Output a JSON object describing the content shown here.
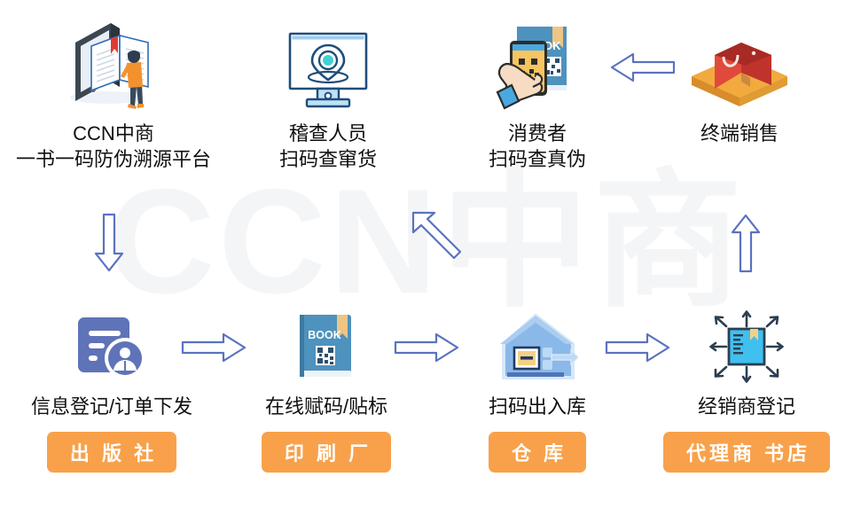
{
  "watermark": {
    "text": "CCN中商"
  },
  "colors": {
    "arrow_stroke": "#5a72c0",
    "arrow_fill": "#ffffff",
    "badge_bg": "#f8a14a",
    "badge_text": "#ffffff",
    "label_text": "#111111",
    "watermark": "#f4f5f6",
    "icon_blue": "#4e8fc4",
    "icon_light_blue": "#8fc0ea",
    "icon_cyan": "#3fc4e0",
    "icon_purple": "#5f73b8",
    "icon_orange": "#f0a03c",
    "icon_red": "#d9382f",
    "icon_dark": "#1f3b63"
  },
  "top_row": [
    {
      "id": "platform",
      "icon": "tablet-book-reader-icon",
      "label": "CCN中商\n一书一码防伪溯源平台"
    },
    {
      "id": "inspector",
      "icon": "monitor-location-pin-icon",
      "label": "稽查人员\n扫码查窜货"
    },
    {
      "id": "consumer",
      "icon": "hand-phone-scan-book-icon",
      "label": "消费者\n扫码查真伪"
    },
    {
      "id": "retail",
      "icon": "shopping-bag-icon",
      "label": "终端销售"
    }
  ],
  "bottom_row": [
    {
      "id": "publisher",
      "icon": "document-person-registration-icon",
      "label": "信息登记/订单下发",
      "badge": "出 版 社"
    },
    {
      "id": "printer",
      "icon": "book-qrcode-icon",
      "label": "在线赋码/贴标",
      "badge": "印 刷 厂"
    },
    {
      "id": "warehouse",
      "icon": "warehouse-house-icon",
      "label": "扫码出入库",
      "badge": "仓 库"
    },
    {
      "id": "dealer",
      "icon": "distribution-box-icon",
      "label": "经销商登记",
      "badge": "代理商 书店"
    }
  ],
  "arrows": [
    {
      "id": "retail-to-consumer",
      "direction": "left",
      "name": "arrow-retail-to-consumer"
    },
    {
      "id": "platform-down",
      "direction": "down",
      "name": "arrow-platform-down"
    },
    {
      "id": "warehouse-up-left",
      "direction": "up-left",
      "name": "arrow-warehouse-up-left"
    },
    {
      "id": "dealer-up",
      "direction": "up",
      "name": "arrow-dealer-up"
    },
    {
      "id": "publisher-to-printer",
      "direction": "right",
      "name": "arrow-publisher-to-printer"
    },
    {
      "id": "printer-to-warehouse",
      "direction": "right",
      "name": "arrow-printer-to-warehouse"
    },
    {
      "id": "warehouse-to-dealer",
      "direction": "right",
      "name": "arrow-warehouse-to-dealer"
    }
  ],
  "icon_text": {
    "book_cover": "BOOK",
    "book_cover_partial": "OK"
  }
}
